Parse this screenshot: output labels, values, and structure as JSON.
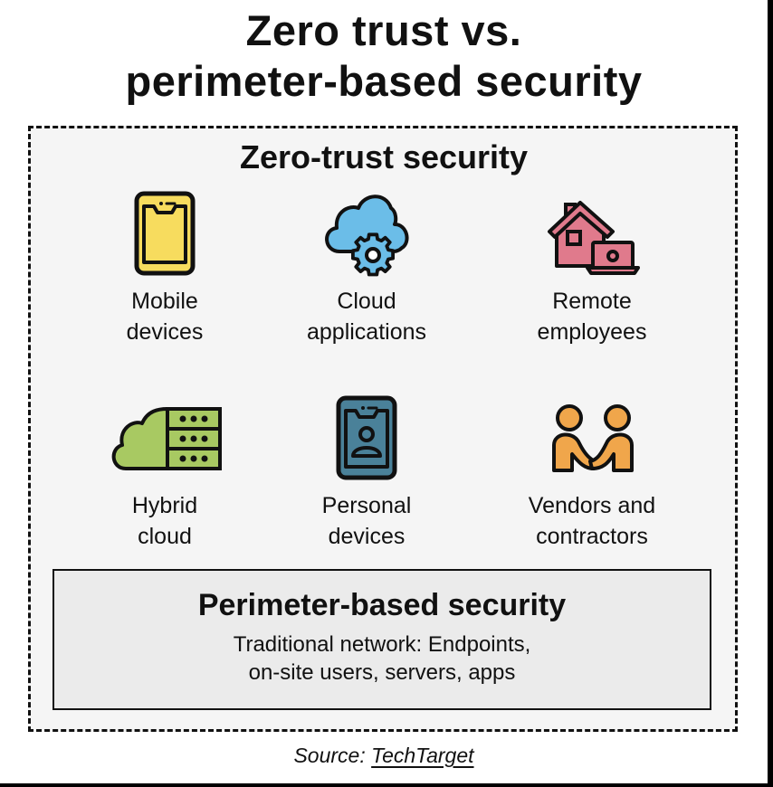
{
  "header": {
    "title_line1": "Zero trust vs.",
    "title_line2": "perimeter-based security"
  },
  "zero_trust": {
    "title": "Zero-trust security",
    "items": [
      {
        "icon": "mobile-phone-icon",
        "line1": "Mobile",
        "line2": "devices",
        "color": "#f7dc5e"
      },
      {
        "icon": "cloud-gear-icon",
        "line1": "Cloud",
        "line2": "applications",
        "color": "#6bbde8"
      },
      {
        "icon": "house-laptop-icon",
        "line1": "Remote",
        "line2": "employees",
        "color": "#e07a8c"
      },
      {
        "icon": "cloud-server-icon",
        "line1": "Hybrid",
        "line2": "cloud",
        "color": "#a8c962"
      },
      {
        "icon": "phone-user-icon",
        "line1": "Personal",
        "line2": "devices",
        "color": "#4a8199"
      },
      {
        "icon": "handshake-people-icon",
        "line1": "Vendors and",
        "line2": "contractors",
        "color": "#f0a64b"
      }
    ]
  },
  "perimeter": {
    "title": "Perimeter-based security",
    "desc_line1": "Traditional network: Endpoints,",
    "desc_line2": "on-site users, servers, apps"
  },
  "footer": {
    "source_label": "Source:",
    "source_name": "TechTarget"
  }
}
